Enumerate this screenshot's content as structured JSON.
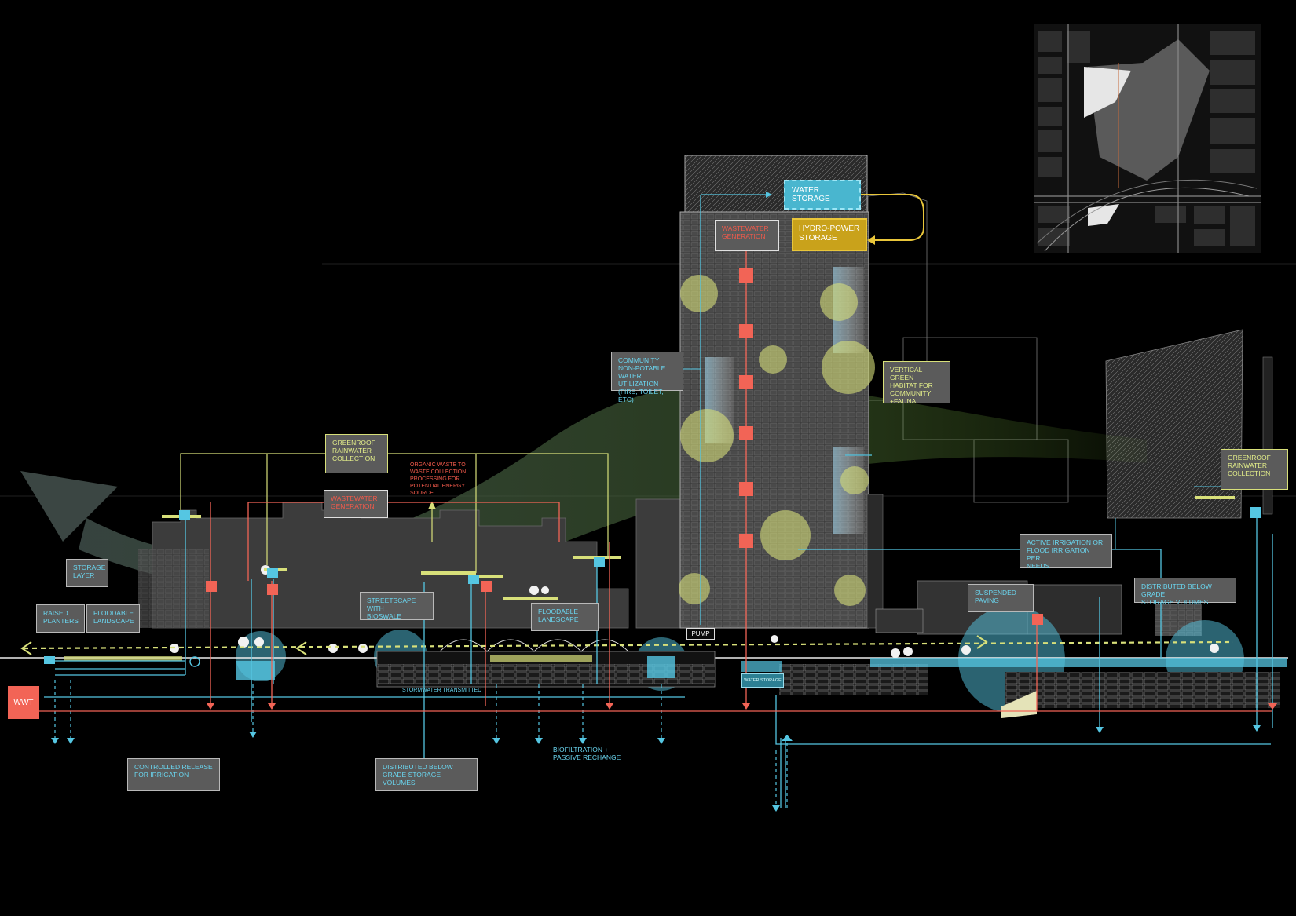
{
  "colors": {
    "background": "#000000",
    "water": "#55c6e2",
    "wastewater": "#f26456",
    "green": "#d8e07a",
    "hydro": "#c9a21b",
    "label_box": "#5b5b5b"
  },
  "labels": {
    "water_storage": "WATER STORAGE",
    "hydro_power_storage": "HYDRO-POWER\nSTORAGE",
    "wastewater_generation_tower": "WASTEWATER\nGENERATION",
    "wastewater_generation_low": "WASTEWATER\nGENERATION",
    "greenroof_left": "GREENROOF\nRAINWATER\nCOLLECTION",
    "greenroof_right": "GREENROOF\nRAINWATER\nCOLLECTION",
    "organic_waste": "ORGANIC WASTE TO\nWASTE COLLECTION\nPROCESSING FOR\nPOTENTIAL ENERGY\nSOURCE",
    "community_water": "COMMUNITY\nNON-POTABLE\nWATER UTILIZATION\n(FIRE, TOILET, ETC)",
    "vertical_green": "VERTICAL GREEN\nHABITAT FOR\nCOMMUNITY\n+FAUNA",
    "storage_layer": "STORAGE\nLAYER",
    "raised_planters": "RAISED\nPLANTERS",
    "floodable_landscape_left": "FLOODABLE\nLANDSCAPE",
    "streetscape": "STREETSCAPE WITH\nBIOSWALE",
    "floodable_landscape_mid": "FLOODABLE\nLANDSCAPE",
    "active_irrigation": "ACTIVE IRRIGATION OR\nFLOOD IRRIGATION PER\nNEEDS",
    "suspended_paving": "SUSPENDED\nPAVING",
    "distributed_right": "DISTRIBUTED BELOW GRADE\nSTORAGE VOLUMES",
    "controlled_release": "CONTROLLED RELEASE\nFOR IRRIGATION",
    "distributed_bottom": "DISTRIBUTED BELOW\nGRADE STORAGE VOLUMES",
    "biofiltration": "BIOFILTRATION +\nPASSIVE RECHANGE",
    "pump": "PUMP",
    "wwt": "WWT",
    "stormwater_transmitted": "STORMWATER TRANSMITTED",
    "water_storage_small": "WATER STORAGE"
  }
}
